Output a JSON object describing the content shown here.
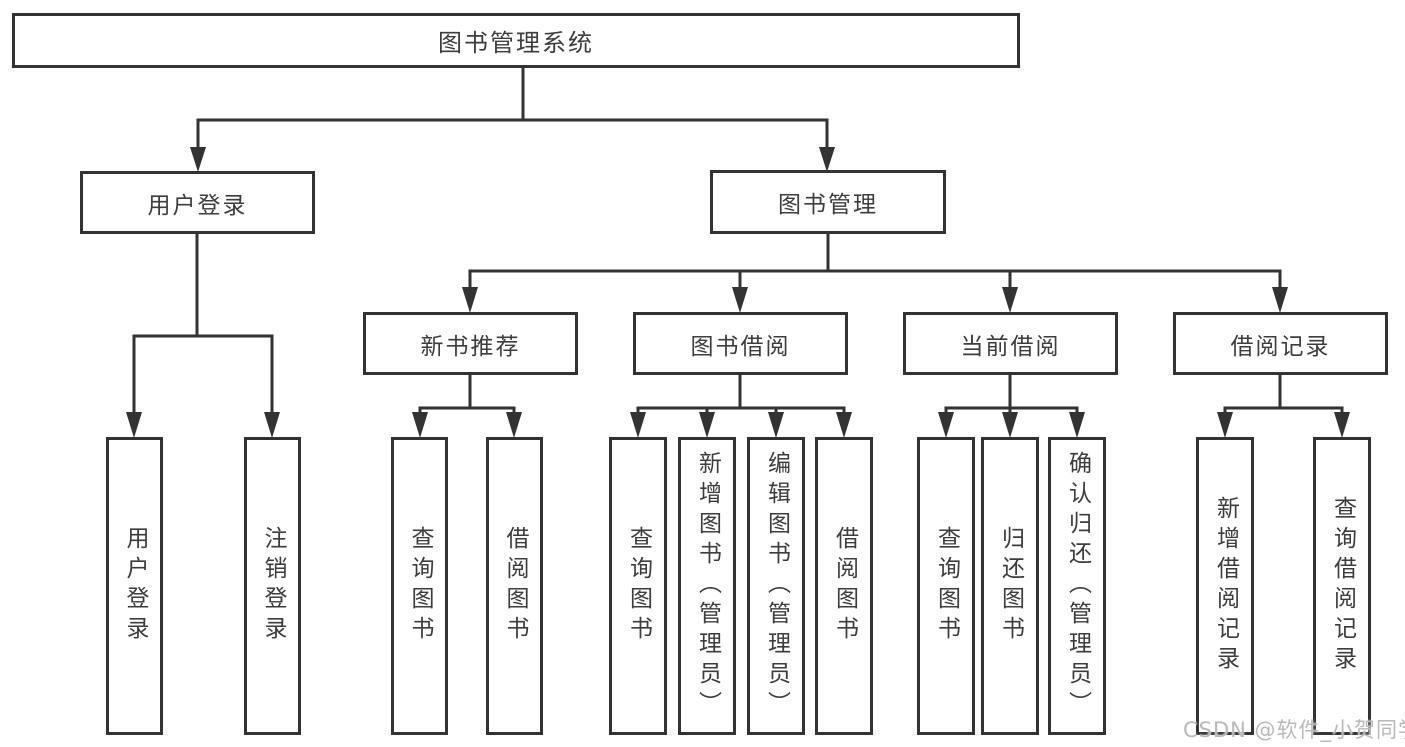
{
  "diagram": {
    "root": {
      "label": "图书管理系统"
    },
    "branches": [
      {
        "label": "用户登录",
        "children": [
          {
            "label": "用户登录"
          },
          {
            "label": "注销登录"
          }
        ]
      },
      {
        "label": "图书管理",
        "children": [
          {
            "label": "新书推荐",
            "children": [
              {
                "label": "查询图书"
              },
              {
                "label": "借阅图书"
              }
            ]
          },
          {
            "label": "图书借阅",
            "children": [
              {
                "label": "查询图书"
              },
              {
                "label": "新增图书（管理员）"
              },
              {
                "label": "编辑图书（管理员）"
              },
              {
                "label": "借阅图书"
              }
            ]
          },
          {
            "label": "当前借阅",
            "children": [
              {
                "label": "查询图书"
              },
              {
                "label": "归还图书"
              },
              {
                "label": "确认归还（管理员）"
              }
            ]
          },
          {
            "label": "借阅记录",
            "children": [
              {
                "label": "新增借阅记录"
              },
              {
                "label": "查询借阅记录"
              }
            ]
          }
        ]
      }
    ]
  },
  "watermark": {
    "text": "CSDN @软件_小贺同学"
  },
  "colors": {
    "line": "#333333",
    "text": "#3d3d3d",
    "watermark": "#b9b9b9",
    "background": "#ffffff"
  }
}
